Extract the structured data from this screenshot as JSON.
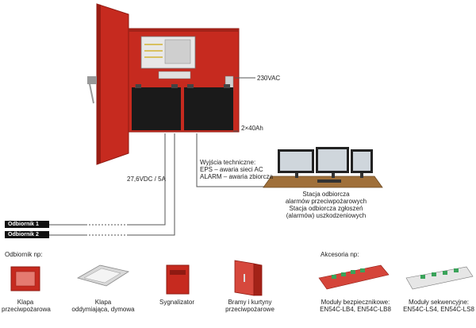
{
  "labels": {
    "ac_input": "230VAC",
    "battery": "2×40Ah",
    "dc_output": "27,6VDC / 5A",
    "tech_outputs_title": "Wyjścia techniczne:",
    "tech_output_eps": "EPS – awaria sieci AC",
    "tech_output_alarm": "ALARM – awaria zbiorcza",
    "station_1": "Stacja odbiorcza",
    "station_2": "alarmów przeciwpożarowych",
    "station_3": "Stacja odbiorcza zgłoszeń",
    "station_4": "(alarmów) uszkodzeniowych"
  },
  "receivers": [
    "Odbiornik 1",
    "Odbiornik 2"
  ],
  "receiver_examples": {
    "title": "Odbiornik np:",
    "items": [
      {
        "line1": "Klapa",
        "line2": "przeciwpożarowa"
      },
      {
        "line1": "Klapa",
        "line2": "oddymiająca, dymowa"
      },
      {
        "line1": "Sygnalizator",
        "line2": ""
      },
      {
        "line1": "Bramy i kurtyny",
        "line2": "przeciwpożarowe"
      }
    ]
  },
  "accessories": {
    "title": "Akcesoria np:",
    "items": [
      {
        "line1": "Moduły bezpiecznikowe:",
        "line2": "EN54C-LB4, EN54C-LB8"
      },
      {
        "line1": "Moduły sekwencyjne:",
        "line2": "EN54C-LS4, EN54C-LS8"
      }
    ]
  },
  "colors": {
    "enclosure": "#c62a1f",
    "enclosure_dark": "#8f1a12",
    "battery": "#1a1a1a",
    "module_pcb": "#d5453a",
    "terminal": "#3aa35a"
  }
}
